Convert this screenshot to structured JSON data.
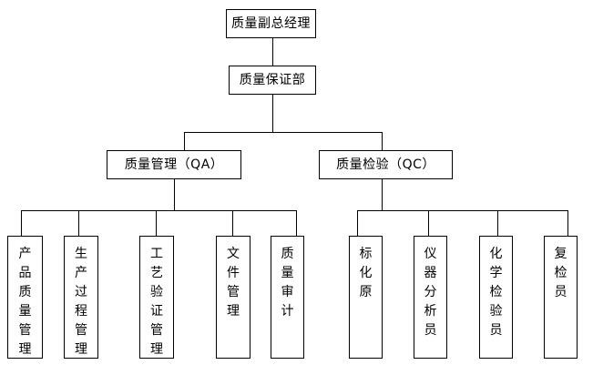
{
  "diagram": {
    "title_text": "质量副总经理",
    "type": "organizational-chart",
    "orientation": "top-down",
    "line_color": "#000000",
    "box_fill": "#ffffff",
    "text_color": "#000000",
    "levels": [
      {
        "level": 0,
        "nodes": [
          {
            "id": "vp-quality",
            "label": "质量副总经理"
          }
        ]
      },
      {
        "level": 1,
        "nodes": [
          {
            "id": "qa-dept",
            "label": "质量保证部"
          }
        ]
      },
      {
        "level": 2,
        "nodes": [
          {
            "id": "qa",
            "label": "质量管理（QA）"
          },
          {
            "id": "qc",
            "label": "质量检验（QC）"
          }
        ]
      },
      {
        "level": 3,
        "nodes": [
          {
            "id": "qa-child-1",
            "label": "产品质量管理",
            "parent": "qa"
          },
          {
            "id": "qa-child-2",
            "label": "生产过程管理",
            "parent": "qa"
          },
          {
            "id": "qa-child-3",
            "label": "工艺验证管理",
            "parent": "qa"
          },
          {
            "id": "qa-child-4",
            "label": "文件管理",
            "parent": "qa"
          },
          {
            "id": "qa-child-5",
            "label": "质量审计",
            "parent": "qa"
          },
          {
            "id": "qc-child-1",
            "label": "标化原",
            "parent": "qc"
          },
          {
            "id": "qc-child-2",
            "label": "仪器分析员",
            "parent": "qc"
          },
          {
            "id": "qc-child-3",
            "label": "化学检验员",
            "parent": "qc"
          },
          {
            "id": "qc-child-4",
            "label": "复检员",
            "parent": "qc"
          }
        ]
      }
    ]
  }
}
